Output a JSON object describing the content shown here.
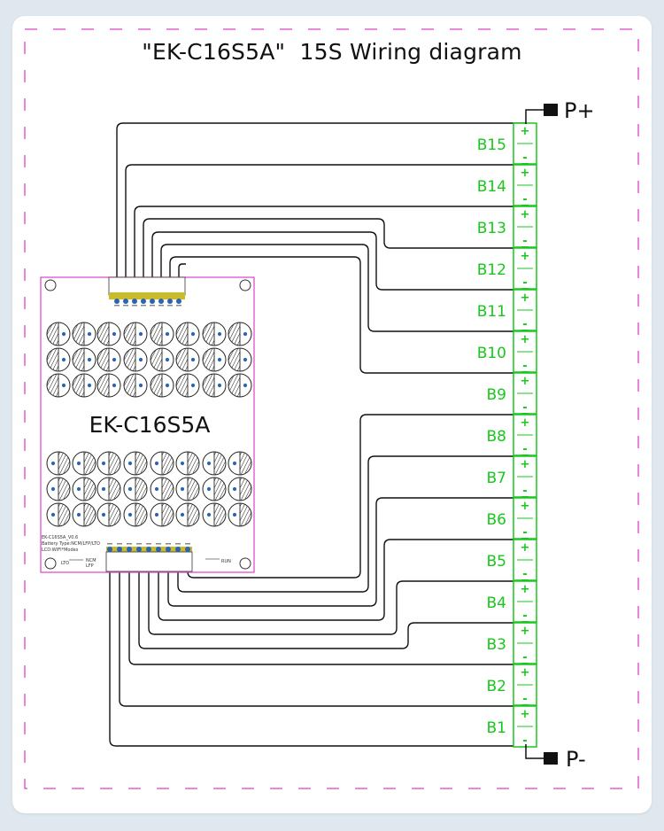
{
  "title": "\"EK-C16S5A\"  15S Wiring diagram",
  "board": {
    "name": "EK-C16S5A",
    "info_lines": [
      "EK-C16S5A_V0.6",
      "Battery Type:NCM/LFP/LTO",
      "LCD:WIFI*Modes"
    ],
    "switch_labels": {
      "lto": "LTO",
      "ncm": "NCM",
      "lfp": "LFP",
      "run": "RUN"
    }
  },
  "terminals": {
    "positive": "P+",
    "negative": "P-"
  },
  "cells": [
    "B15",
    "B14",
    "B13",
    "B12",
    "B11",
    "B10",
    "B9",
    "B8",
    "B7",
    "B6",
    "B5",
    "B4",
    "B3",
    "B2",
    "B1"
  ],
  "polarity": {
    "plus": "+",
    "minus": "-"
  },
  "colors": {
    "frame": "#e040c8",
    "cell": "#17c81b",
    "wire": "#111111",
    "board": "#e040c8"
  }
}
